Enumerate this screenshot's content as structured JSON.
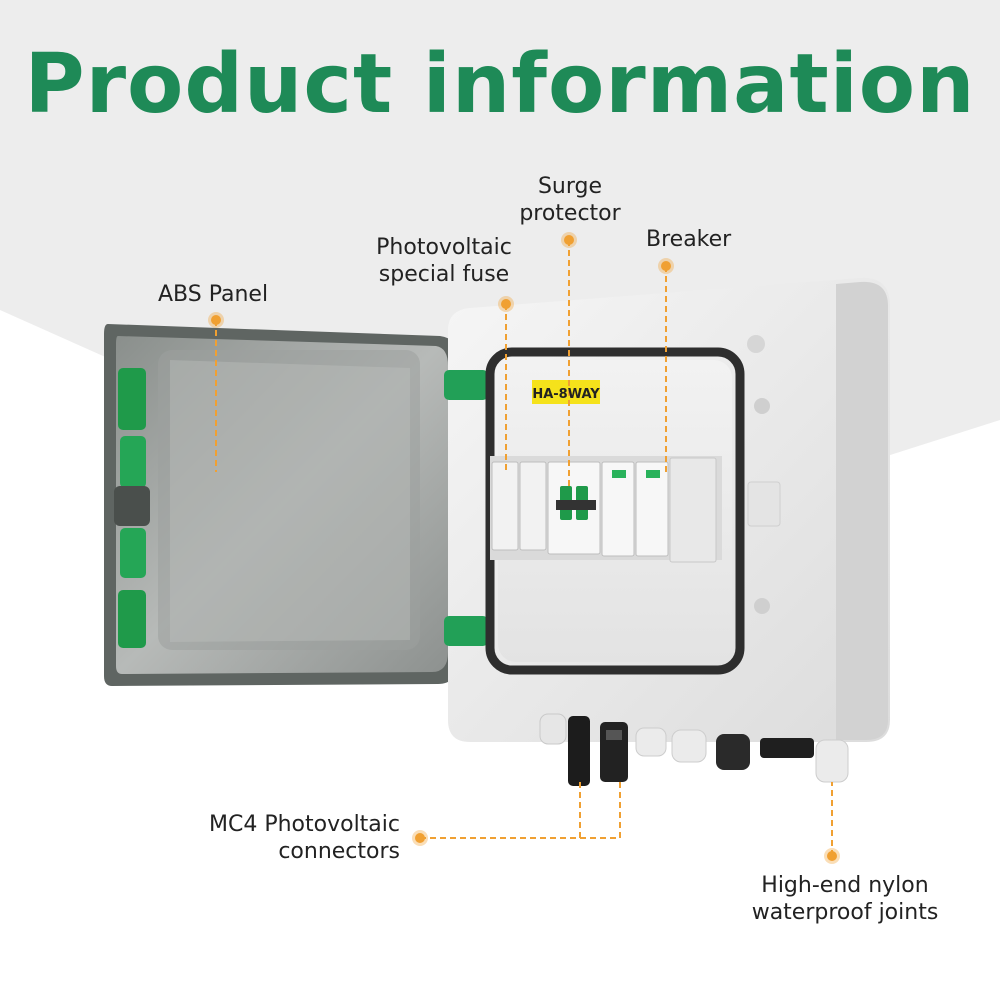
{
  "title": "Product information",
  "colors": {
    "title_green": "#1e8a57",
    "callout_orange": "#f0a032",
    "background_gray": "#ededed"
  },
  "device": {
    "label_tag": "HA-8WAY"
  },
  "callouts": {
    "abs_panel": {
      "lines": [
        "ABS Panel"
      ]
    },
    "pv_fuse": {
      "lines": [
        "Photovoltaic",
        "special fuse"
      ]
    },
    "surge_protector": {
      "lines": [
        "Surge",
        "protector"
      ]
    },
    "breaker": {
      "lines": [
        "Breaker"
      ]
    },
    "mc4_connectors": {
      "lines": [
        "MC4 Photovoltaic",
        "connectors"
      ]
    },
    "nylon_joints": {
      "lines": [
        "High-end nylon",
        "waterproof joints"
      ]
    }
  }
}
